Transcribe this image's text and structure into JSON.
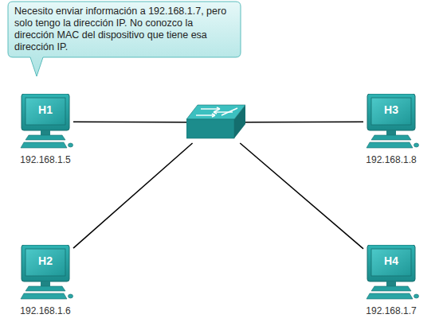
{
  "diagram": {
    "nodes": [
      {
        "text": [
          "Necesito enviar información a 192.168.1.7, pero solo tengo la dirección IP. No conozco la dirección MAC del dispositivo que tiene esa dirección IP."
        ]
      },
      {
        "text": [
          "H1",
          "192.168.1.5"
        ]
      },
      {
        "text": []
      },
      {
        "text": [
          "H3",
          "192.168.1.8"
        ]
      },
      {
        "text": [
          "H2",
          "192.168.1.6"
        ]
      },
      {
        "text": [
          "H4",
          "192.168.1.7"
        ]
      }
    ],
    "edges": [
      {
        "from": 1,
        "to": 2,
        "arrow": "none"
      },
      {
        "from": 2,
        "to": 3,
        "arrow": "none"
      },
      {
        "from": 2,
        "to": 4,
        "arrow": "none"
      },
      {
        "from": 2,
        "to": 5,
        "arrow": "none"
      }
    ]
  }
}
